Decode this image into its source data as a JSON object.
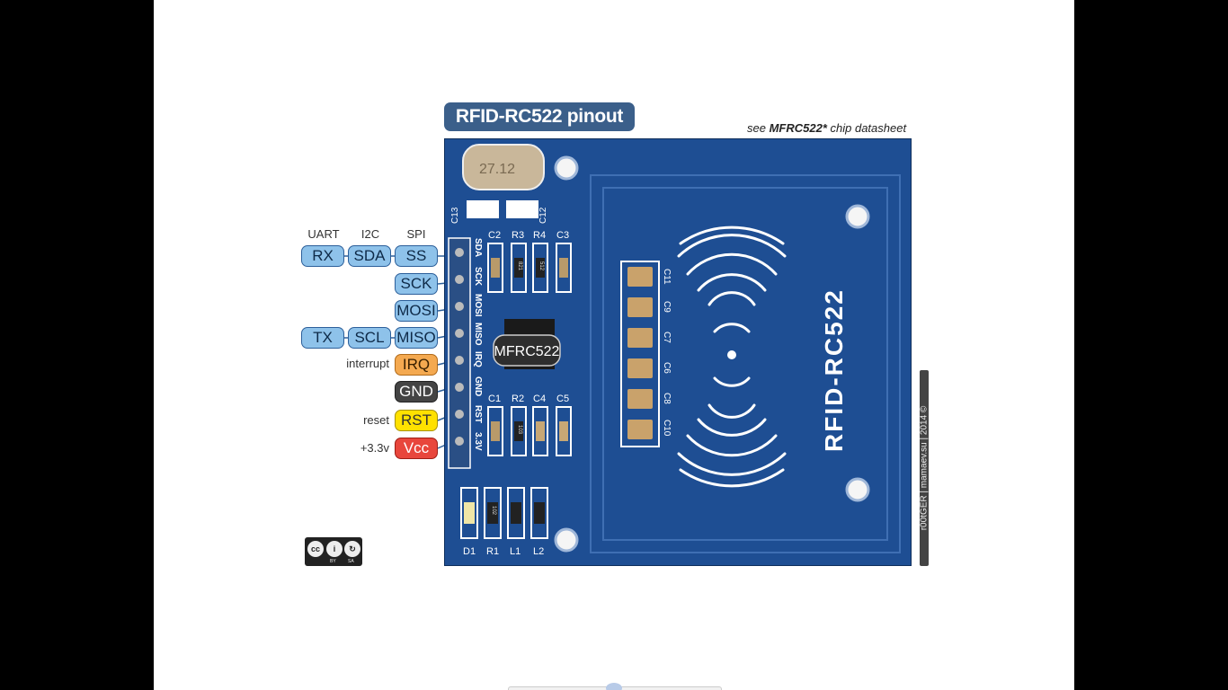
{
  "diagram": {
    "title": "RFID-RC522 pinout",
    "datasheet_note": {
      "prefix": "see",
      "chip": "MFRC522*",
      "suffix": "chip datasheet"
    },
    "headers": {
      "uart": "UART",
      "i2c": "I2C",
      "spi": "SPI"
    },
    "pins": [
      {
        "spi": "SS",
        "i2c": "SDA",
        "uart": "RX",
        "board": "SDA",
        "note": "",
        "kind": "blue"
      },
      {
        "spi": "SCK",
        "i2c": "",
        "uart": "",
        "board": "SCK",
        "note": "",
        "kind": "blue"
      },
      {
        "spi": "MOSI",
        "i2c": "",
        "uart": "",
        "board": "MOSI",
        "note": "",
        "kind": "blue"
      },
      {
        "spi": "MISO",
        "i2c": "SCL",
        "uart": "TX",
        "board": "MISO",
        "note": "",
        "kind": "blue"
      },
      {
        "spi": "IRQ",
        "i2c": "",
        "uart": "",
        "board": "IRQ",
        "note": "interrupt",
        "kind": "irq"
      },
      {
        "spi": "GND",
        "i2c": "",
        "uart": "",
        "board": "GND",
        "note": "",
        "kind": "gnd"
      },
      {
        "spi": "RST",
        "i2c": "",
        "uart": "",
        "board": "RST",
        "note": "reset",
        "kind": "rst"
      },
      {
        "spi": "Vcc",
        "i2c": "",
        "uart": "",
        "board": "3.3V",
        "note": "+3.3v",
        "kind": "vcc"
      }
    ],
    "board": {
      "chip_label": "MFRC522",
      "antenna_label": "RFID-RC522",
      "crystal_label": "27.12",
      "components_top": [
        "C2",
        "R3",
        "R4",
        "C3"
      ],
      "components_bottom": [
        "C1",
        "R2",
        "C4",
        "C5"
      ],
      "components_crystal_caps": [
        "C13",
        "C12"
      ],
      "components_antenna": [
        "C11",
        "C9",
        "C7",
        "C6",
        "C8",
        "C10"
      ],
      "components_corner": [
        "D1",
        "R1",
        "L1",
        "L2"
      ],
      "resistor_codes": {
        "R3": "821",
        "R4": "512",
        "R2": "103",
        "R1": "102"
      }
    },
    "credit": "r00tGER | mamaev.su | 2014 ©",
    "license": {
      "by": "BY",
      "sa": "SA"
    }
  },
  "colors": {
    "board": "#1e4e93",
    "silkscreen": "#ffffff",
    "pill_blue": "#8ec2ea",
    "pill_irq": "#f4a950",
    "pill_gnd": "#444444",
    "pill_rst": "#ffe100",
    "pill_vcc": "#e8463c",
    "title_tab": "#3b5f8a"
  }
}
